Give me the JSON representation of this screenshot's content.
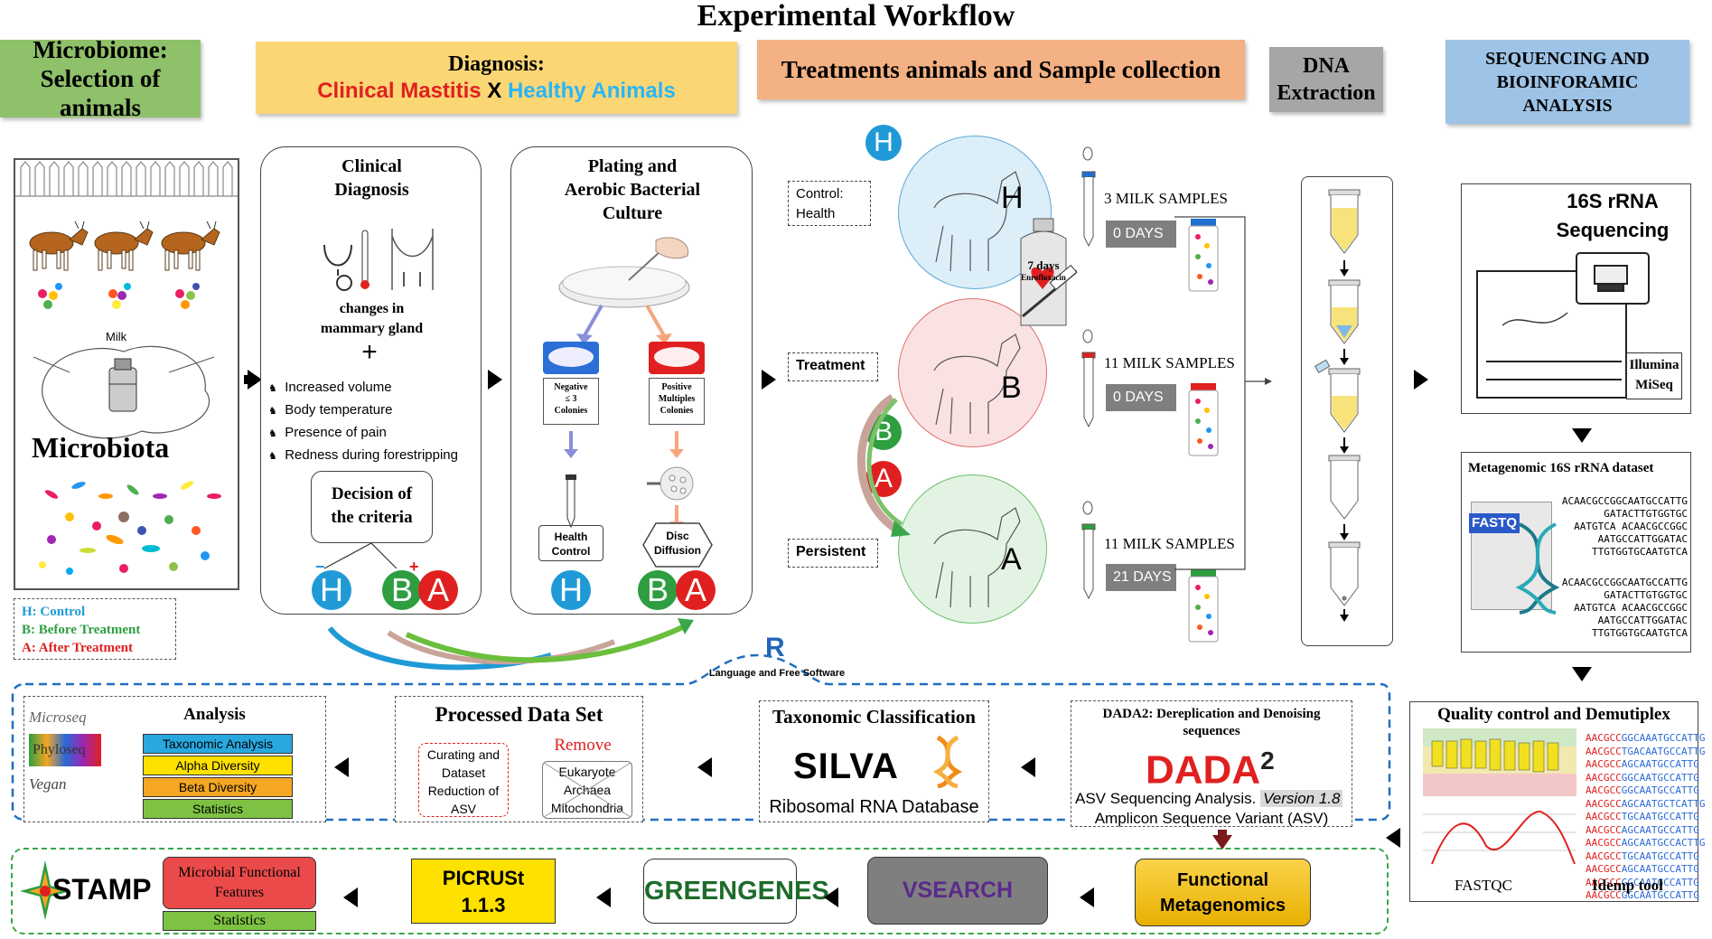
{
  "title": "Experimental Workflow",
  "colors": {
    "microbiome_header": "#8fc06a",
    "diagnosis_header": "#fbd675",
    "treatment_header": "#f4b183",
    "dna_header": "#a6a6a6",
    "seq_header": "#9dc3e6",
    "H": "#1f9ad6",
    "B": "#2e9e41",
    "A": "#e02020",
    "dashed_blue": "#1f6fc0",
    "dashed_green": "#3aa64a"
  },
  "headers": {
    "microbiome": {
      "line1": "Microbiome:",
      "line2": "Selection of animals"
    },
    "diagnosis": {
      "line1": "Diagnosis:",
      "clinical": "Clinical Mastitis",
      "x": "X",
      "healthy": "Healthy Animals"
    },
    "treatment": "Treatments animals and Sample collection",
    "dna": {
      "line1": "DNA",
      "line2": "Extraction"
    },
    "seq": {
      "line1": "SEQUENCING AND",
      "line2": "BIOINFORAMIC",
      "line3": "ANALYSIS"
    }
  },
  "microbiome_panel": {
    "milk_label": "Milk",
    "microbiota_label": "Microbiota"
  },
  "legend": {
    "h": "H: Control",
    "b": "B: Before Treatment",
    "a": "A: After Treatment"
  },
  "clinical_panel": {
    "title_line1": "Clinical",
    "title_line2": "Diagnosis",
    "changes_line1": "changes in",
    "changes_line2": "mammary gland",
    "plus": "+",
    "criteria": [
      "Increased volume",
      "Body temperature",
      "Presence of pain",
      "Redness during forestripping"
    ],
    "decision_line1": "Decision of",
    "decision_line2": "the criteria",
    "minus_sign": "−",
    "plus_sign": "+"
  },
  "plating_panel": {
    "title_line1": "Plating and",
    "title_line2": "Aerobic Bacterial",
    "title_line3": "Culture",
    "negative": [
      "Negative",
      "≤ 3",
      "Colonies"
    ],
    "positive": [
      "Positive",
      "Multiples",
      "Colonies"
    ],
    "health_control": [
      "Health",
      "Control"
    ],
    "disc_diffusion": [
      "Disc",
      "Diffusion"
    ]
  },
  "letters": {
    "H": "H",
    "B": "B",
    "A": "A"
  },
  "treatment_panel": {
    "control_label_line1": "Control:",
    "control_label_line2": "Health",
    "treatment_label": "Treatment",
    "persistent_label": "Persistent",
    "bottle_days": "7 days",
    "bottle_drug": "Enrofloxacin",
    "samples": [
      {
        "count": "3 MILK SAMPLES",
        "days": "0 DAYS"
      },
      {
        "count": "11 MILK SAMPLES",
        "days": "0 DAYS"
      },
      {
        "count": "11 MILK SAMPLES",
        "days": "21 DAYS"
      }
    ]
  },
  "sequencing": {
    "rrna_line1": "16S rRNA",
    "rrna_line2": "Sequencing",
    "illumina_line1": "Illumina",
    "illumina_line2": "MiSeq",
    "metagenomic_title": "Metagenomic 16S rRNA dataset",
    "fastq_label": "FASTQ",
    "seq_lines_1": [
      "ACAACGCCGGCAATGCCATTG",
      "GATACTTGTGGTGC",
      "AATGTCA ACAACGCCGGC",
      "AATGCCATTGGATAC",
      "TTGTGGTGCAATGTCA"
    ],
    "seq_lines_2": [
      "ACAACGCCGGCAATGCCATTG",
      "GATACTTGTGGTGC",
      "AATGTCA ACAACGCCGGC",
      "AATGCCATTGGATAC",
      "TTGTGGTGCAATGTCA"
    ]
  },
  "qc_panel": {
    "title": "Quality control and Demutiplex",
    "fastqc": "FASTQC",
    "idemp": "Idemp tool",
    "barcode": "AACGCC",
    "reads": [
      "GGCAAATGCCATTG",
      "TGACAATGCCATTG",
      "AGCAATGCCATTG",
      "GGCAATGCCATTG",
      "GGCAATGCCATTG",
      "AGCAATGCTCATTG",
      "TGCAATGCCATTG",
      "AGCAATGCCATTG",
      "AGCAATGCCACTTG",
      "TGCAATGCCATTG",
      "AGCAATGCCATTG",
      "GGCAATGCCATTG",
      "GGCAATGCCATTG"
    ]
  },
  "r_label": "R",
  "r_caption": "Language and Free Software",
  "analysis_box": {
    "title": "Analysis",
    "logos": [
      "Microseq",
      "Phyloseq",
      "Vegan"
    ],
    "items": [
      {
        "label": "Taxonomic Analysis",
        "color": "#29a8e0"
      },
      {
        "label": "Alpha Diversity",
        "color": "#ffe100"
      },
      {
        "label": "Beta Diversity",
        "color": "#f5a623"
      },
      {
        "label": "Statistics",
        "color": "#7dc242"
      }
    ]
  },
  "processed_box": {
    "title": "Processed Data Set",
    "curating": [
      "Curating and",
      "Dataset",
      "Reduction of",
      "ASV"
    ],
    "remove_label": "Remove",
    "remove_items": [
      "Eukaryote",
      "Archaea",
      "Mitochondria"
    ]
  },
  "taxonomic_box": {
    "title": "Taxonomic Classification",
    "logo": "SILVA",
    "subtitle": "Ribosomal RNA Database"
  },
  "dada2_box": {
    "title_line1": "DADA2: Dereplication and  Denoising",
    "title_line2": "sequences",
    "logo_main": "DADA",
    "logo_sup": "2",
    "desc": "ASV Sequencing Analysis.",
    "version": "Version 1.8",
    "desc2": "Amplicon Sequence Variant (ASV)"
  },
  "bottom_row": {
    "stamp": "STAMP",
    "functional_features_line1": "Microbial Functional",
    "functional_features_line2": "Features",
    "statistics": "Statistics",
    "picrust_line1": "PICRUSt",
    "picrust_line2": "1.1.3",
    "greengenes": "GREENGENES",
    "vsearch": "VSEARCH",
    "functional_line1": "Functional",
    "functional_line2": "Metagenomics"
  }
}
